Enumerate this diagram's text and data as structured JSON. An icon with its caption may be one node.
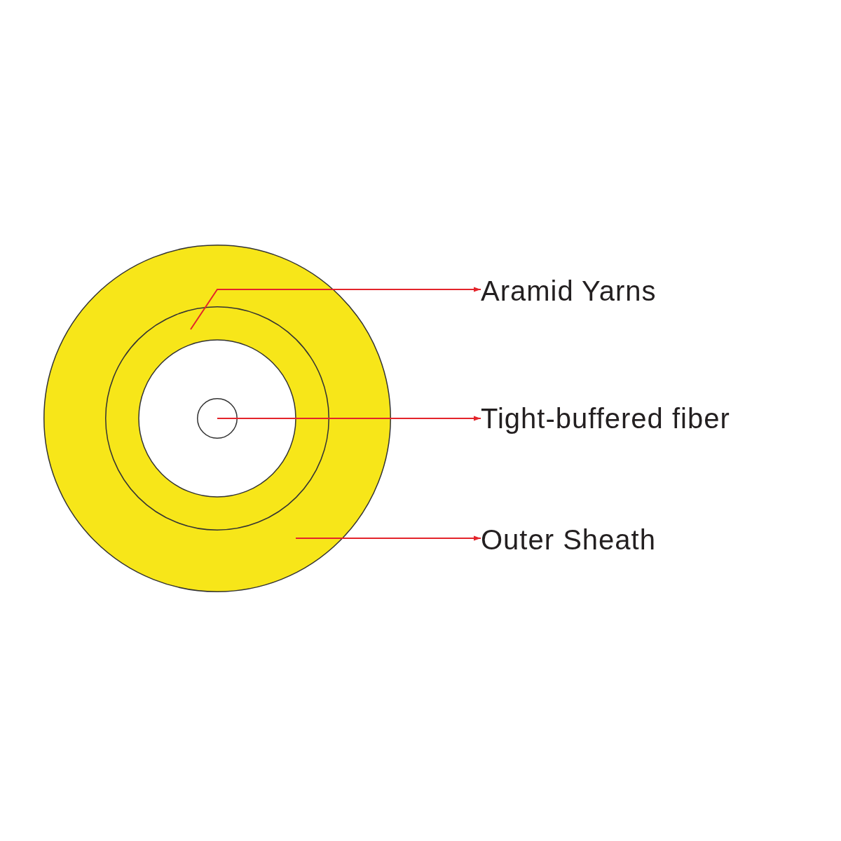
{
  "diagram": {
    "nodes": [
      {
        "text": [
          "Aramid Yarns"
        ]
      },
      {
        "text": [
          "Tight-buffered fiber"
        ]
      },
      {
        "text": [
          "Outer Sheath"
        ]
      },
      {
        "text": [],
        "shape": "circle"
      },
      {
        "text": [],
        "shape": "circle",
        "in": 3
      },
      {
        "text": [],
        "shape": "circle",
        "in": 4
      }
    ],
    "edges": [
      {
        "from": 4,
        "to": 0,
        "arrow": "to"
      },
      {
        "from": 5,
        "to": 1,
        "arrow": "to"
      },
      {
        "from": 3,
        "to": 2,
        "arrow": "to"
      }
    ]
  }
}
